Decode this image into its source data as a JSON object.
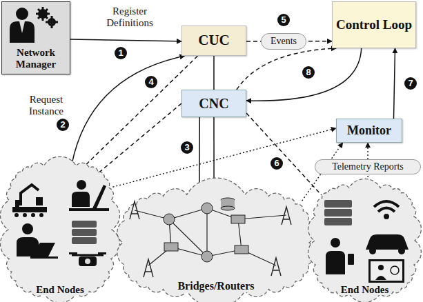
{
  "diagram": {
    "nodes": [
      {
        "text": [
          "Network Manager"
        ]
      },
      {
        "text": [
          "CUC"
        ]
      },
      {
        "text": [
          "Events"
        ]
      },
      {
        "text": [
          "Control Loop"
        ]
      },
      {
        "text": [
          "CNC"
        ]
      },
      {
        "text": [
          "Monitor"
        ]
      },
      {
        "text": [
          "Telemetry Reports"
        ]
      },
      {
        "text": [
          "End Nodes"
        ]
      },
      {
        "text": [
          "Bridges/Routers"
        ]
      },
      {
        "text": [
          "End Nodes"
        ]
      }
    ],
    "edges": [
      {
        "from": 0,
        "to": 1,
        "arrow": "to",
        "label": "Register Definitions"
      },
      {
        "from": 7,
        "to": 1,
        "arrow": "to",
        "label": "Request Instance"
      },
      {
        "from": 1,
        "to": 7,
        "arrow": "to"
      },
      {
        "from": 4,
        "to": 7,
        "arrow": "to"
      },
      {
        "from": 1,
        "to": 4,
        "arrow": "none"
      },
      {
        "from": 4,
        "to": 8,
        "arrow": "none"
      },
      {
        "from": 4,
        "to": 8,
        "arrow": "to"
      },
      {
        "from": 1,
        "to": 3,
        "arrow": "to"
      },
      {
        "from": 4,
        "to": 3,
        "arrow": "to"
      },
      {
        "from": 3,
        "to": 4,
        "arrow": "to"
      },
      {
        "from": 5,
        "to": 3,
        "arrow": "to"
      },
      {
        "from": 7,
        "to": 5,
        "arrow": "to"
      },
      {
        "from": 8,
        "to": 5,
        "arrow": "to"
      },
      {
        "from": 9,
        "to": 6,
        "arrow": "none"
      },
      {
        "from": 6,
        "to": 5,
        "arrow": "to"
      },
      {
        "from": 4,
        "to": 9,
        "arrow": "none"
      }
    ],
    "labels": [
      "1",
      "2",
      "3",
      "4",
      "5",
      "6",
      "7",
      "8"
    ]
  }
}
